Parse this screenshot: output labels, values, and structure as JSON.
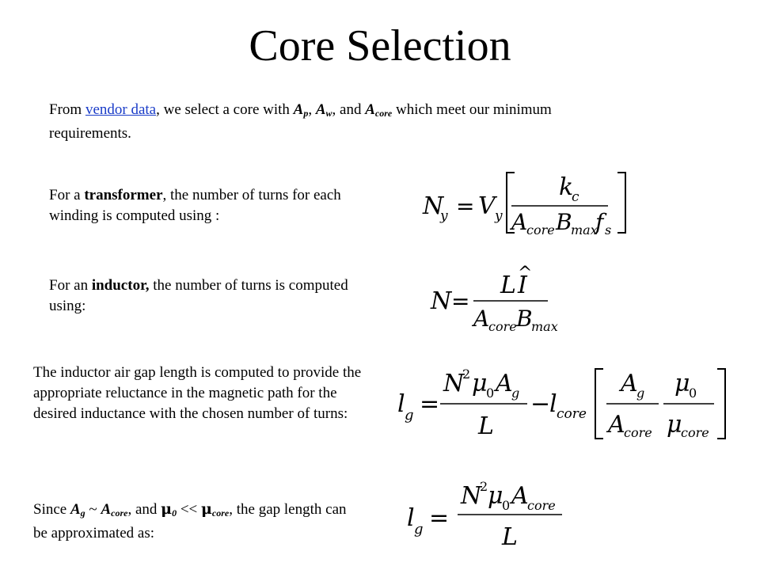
{
  "title": "Core Selection",
  "p1": {
    "pre": "From ",
    "link": "vendor data",
    "mid": ", we select a core with ",
    "Ap": "A",
    "Ap_sub": "p",
    "sep1": ",  ",
    "Aw": "A",
    "Aw_sub": "w",
    "sep2": ", and  ",
    "Ac": "A",
    "Ac_sub": "core",
    "post": " which meet our minimum requirements."
  },
  "p2": {
    "pre": "For a ",
    "bold": "transformer",
    "post": ", the number of turns for each winding is computed using :"
  },
  "p3": {
    "pre": "For an ",
    "bold": "inductor,",
    "post": " the number of turns is computed using:"
  },
  "p4": {
    "text": "The inductor air gap length is computed to provide the appropriate reluctance in the magnetic path for the desired inductance with the chosen number of turns:"
  },
  "p5": {
    "pre": "Since ",
    "Ag": "A",
    "Ag_sub": "g",
    "approx": " ~ ",
    "Ac": "A",
    "Ac_sub": "core",
    "and": ", and ",
    "mu0": "μ",
    "mu0_sub": "0",
    "ll": " << ",
    "muc": "μ",
    "muc_sub": "core",
    "post": ", the gap length can be approximated as:"
  },
  "eq1": {
    "N": "N",
    "y": "y",
    "eq": "=",
    "V": "V",
    "vy": "y",
    "k": "k",
    "c": "c",
    "A": "A",
    "core": "core",
    "B": "B",
    "max": "max",
    "f": "f",
    "s": "s"
  },
  "eq2": {
    "N": "N",
    "eq": "=",
    "L": "L",
    "I": "I",
    "hat": "^",
    "A": "A",
    "core": "core",
    "B": "B",
    "max": "max"
  },
  "eq3": {
    "l": "l",
    "g": "g",
    "eq": "=",
    "N2": "N",
    "sq": "2",
    "mu": "μ",
    "zero": "0",
    "A": "A",
    "ag": "g",
    "L": "L",
    "minus": "−",
    "l2": "l",
    "core": "core",
    "A2": "A",
    "g2": "g",
    "A3": "A",
    "core2": "core",
    "mu2": "μ",
    "zero2": "0",
    "mu3": "μ",
    "core3": "core"
  },
  "eq4": {
    "l": "l",
    "g": "g",
    "eq": "=",
    "N2": "N",
    "sq": "2",
    "mu": "μ",
    "zero": "0",
    "A": "A",
    "core": "core",
    "L": "L"
  }
}
